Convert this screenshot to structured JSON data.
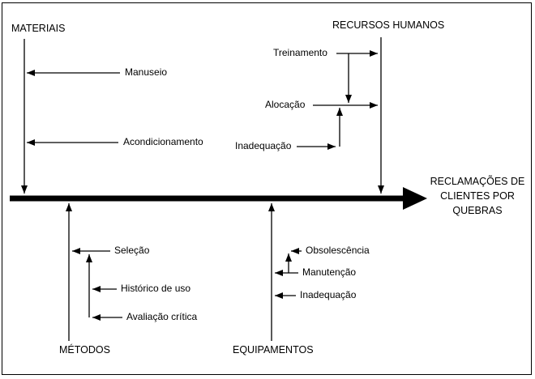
{
  "diagram": {
    "type": "fishbone-cause-effect",
    "effect": "RECLAMAÇÕES DE\nCLIENTES POR\nQUEBRAS",
    "branches": {
      "materiais": {
        "label": "MATERIAIS",
        "causes": {
          "manuseio": "Manuseio",
          "acondicionamento": "Acondicionamento"
        }
      },
      "recursos_humanos": {
        "label": "RECURSOS HUMANOS",
        "causes": {
          "treinamento": "Treinamento",
          "alocacao": "Alocação",
          "inadequacao": "Inadequação"
        }
      },
      "metodos": {
        "label": "MÉTODOS",
        "causes": {
          "selecao": "Seleção",
          "historico_de_uso": "Histórico de uso",
          "avaliacao_critica": "Avaliação crítica"
        }
      },
      "equipamentos": {
        "label": "EQUIPAMENTOS",
        "causes": {
          "obsolescencia": "Obsolescência",
          "manutencao": "Manutenção",
          "inadequacao": "Inadequação"
        }
      }
    },
    "colors": {
      "line": "#000000",
      "text": "#000000",
      "background": "#ffffff"
    }
  }
}
